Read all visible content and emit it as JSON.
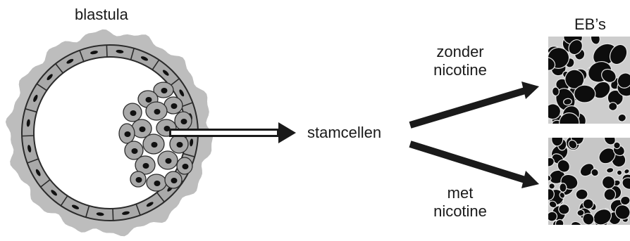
{
  "labels": {
    "blastula": "blastula",
    "stamcellen": "stamcellen",
    "eb": "EB’s",
    "zonder_line1": "zonder",
    "zonder_line2": "nicotine",
    "met_line1": "met",
    "met_line2": "nicotine"
  },
  "colors": {
    "outer_layer": "#bdbdbd",
    "cell_fill": "#a9a9a9",
    "cell_stroke": "#2b2b2b",
    "nucleus": "#111111",
    "arrow": "#1a1a1a",
    "micrograph_bg": "#c9c9c9",
    "micrograph_blob": "#0d0d0d"
  }
}
